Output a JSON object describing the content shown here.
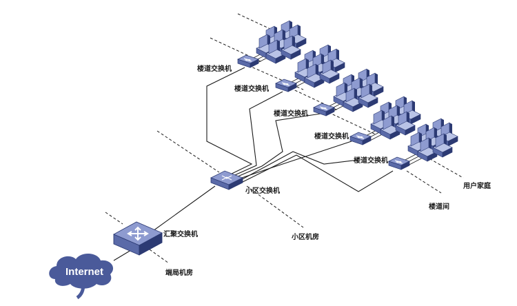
{
  "labels": {
    "internet": "Internet",
    "aggregation_switch": "汇聚交换机",
    "central_office_room": "端局机房",
    "community_switch": "小区交换机",
    "community_room": "小区机房",
    "building_switch_1": "楼道交换机",
    "building_switch_2": "楼道交换机",
    "building_switch_3": "楼道交换机",
    "building_switch_4": "楼道交换机",
    "building_switch_5": "楼道交换机",
    "user_homes": "用户家庭",
    "corridor": "楼道间"
  },
  "colors": {
    "device_dark": "#2c3a73",
    "device_mid": "#5a6aa8",
    "device_light": "#8e9bd0",
    "device_top": "#b9c3e6",
    "cloud": "#4a5a9a",
    "line": "#1a1a1a"
  },
  "icons": {
    "aggregation_switch": "aggregation-switch-icon",
    "community_switch": "community-switch-icon",
    "building_switch": "building-switch-icon",
    "pc_cluster": "pc-cluster-icon",
    "cloud": "internet-cloud-icon"
  }
}
